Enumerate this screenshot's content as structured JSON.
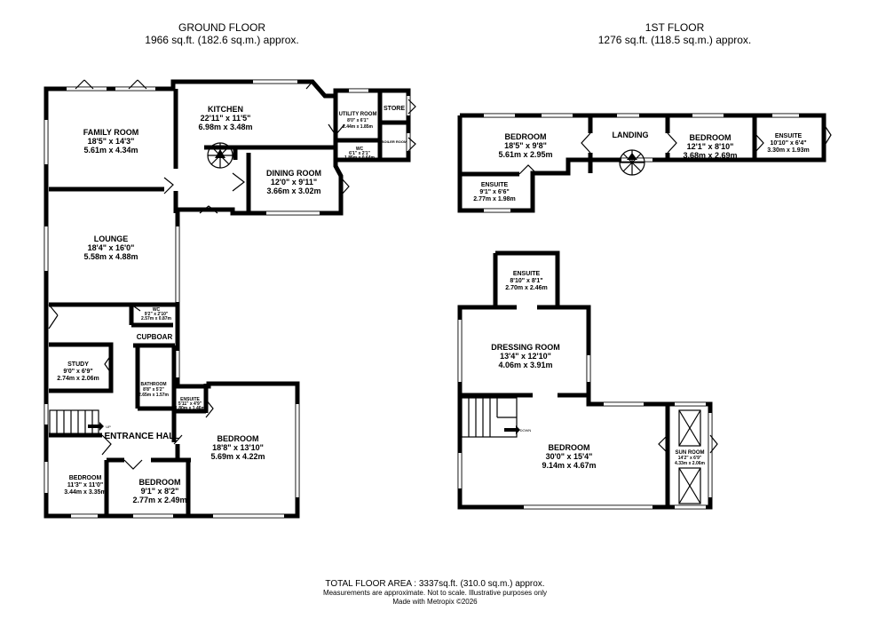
{
  "ground_floor": {
    "title": "GROUND FLOOR",
    "area": "1966 sq.ft. (182.6 sq.m.) approx.",
    "rooms": [
      {
        "id": "family-room",
        "name": "FAMILY ROOM",
        "imperial": "18'5\" x 14'3\"",
        "metric": "5.61m x 4.34m"
      },
      {
        "id": "kitchen",
        "name": "KITCHEN",
        "imperial": "22'11\" x 11'5\"",
        "metric": "6.98m x 3.48m"
      },
      {
        "id": "utility-room",
        "name": "UTILITY ROOM",
        "imperial": "8'0\" x 6'1\"",
        "metric": "2.44m x 1.85m"
      },
      {
        "id": "store",
        "name": "STORE",
        "imperial": "",
        "metric": ""
      },
      {
        "id": "boiler-room",
        "name": "BOILER ROOM",
        "imperial": "",
        "metric": ""
      },
      {
        "id": "wc-utility",
        "name": "WC",
        "imperial": "6'1\" x 2'1\"",
        "metric": "1.85m x 0.64m"
      },
      {
        "id": "dining-room",
        "name": "DINING ROOM",
        "imperial": "12'0\" x 9'11\"",
        "metric": "3.66m x 3.02m"
      },
      {
        "id": "lounge",
        "name": "LOUNGE",
        "imperial": "18'4\" x 16'0\"",
        "metric": "5.58m x 4.88m"
      },
      {
        "id": "wc-hall",
        "name": "WC",
        "imperial": "9'2\" x 2'10\"",
        "metric": "2.57m x 0.87m"
      },
      {
        "id": "cupboard",
        "name": "CUPBOAR",
        "imperial": "",
        "metric": ""
      },
      {
        "id": "study",
        "name": "STUDY",
        "imperial": "9'0\" x 6'9\"",
        "metric": "2.74m x 2.06m"
      },
      {
        "id": "bathroom",
        "name": "BATHROOM",
        "imperial": "8'8\" x 5'2\"",
        "metric": "2.65m x 1.57m"
      },
      {
        "id": "ensuite-ground",
        "name": "ENSUITE",
        "imperial": "5'11\" x 4'9\"",
        "metric": "1.80m x 1.46m"
      },
      {
        "id": "entrance-hall",
        "name": "ENTRANCE HALL",
        "imperial": "",
        "metric": ""
      },
      {
        "id": "bedroom-main-ground",
        "name": "BEDROOM",
        "imperial": "18'8\" x 13'10\"",
        "metric": "5.69m x 4.22m"
      },
      {
        "id": "bedroom-sw",
        "name": "BEDROOM",
        "imperial": "11'3\" x 11'0\"",
        "metric": "3.44m x 3.35m"
      },
      {
        "id": "bedroom-small",
        "name": "BEDROOM",
        "imperial": "9'1\" x 8'2\"",
        "metric": "2.77m x 2.49m"
      }
    ],
    "stair_label": "UP"
  },
  "first_floor": {
    "title": "1ST FLOOR",
    "area": "1276 sq.ft. (118.5 sq.m.) approx.",
    "rooms": [
      {
        "id": "bedroom-1",
        "name": "BEDROOM",
        "imperial": "18'5\" x 9'8\"",
        "metric": "5.61m x 2.95m"
      },
      {
        "id": "landing",
        "name": "LANDING",
        "imperial": "",
        "metric": ""
      },
      {
        "id": "bedroom-2",
        "name": "BEDROOM",
        "imperial": "12'1\" x 8'10\"",
        "metric": "3.68m x 2.69m"
      },
      {
        "id": "ensuite-east",
        "name": "ENSUITE",
        "imperial": "10'10\" x 6'4\"",
        "metric": "3.30m x 1.93m"
      },
      {
        "id": "ensuite-west",
        "name": "ENSUITE",
        "imperial": "9'1\" x 6'6\"",
        "metric": "2.77m x 1.98m"
      },
      {
        "id": "ensuite-lower",
        "name": "ENSUITE",
        "imperial": "8'10\" x 8'1\"",
        "metric": "2.70m x 2.46m"
      },
      {
        "id": "dressing-room",
        "name": "DRESSING ROOM",
        "imperial": "13'4\" x 12'10\"",
        "metric": "4.06m x 3.91m"
      },
      {
        "id": "bedroom-large",
        "name": "BEDROOM",
        "imperial": "30'0\" x 15'4\"",
        "metric": "9.14m x 4.67m"
      },
      {
        "id": "sun-room",
        "name": "SUN ROOM",
        "imperial": "14'2\" x 6'9\"",
        "metric": "4.33m x 2.06m"
      }
    ],
    "stair_label": "DOWN"
  },
  "footer": {
    "total": "TOTAL FLOOR AREA : 3337sq.ft. (310.0 sq.m.) approx.",
    "note": "Measurements are approximate.  Not to scale.  Illustrative purposes only",
    "credit": "Made with Metropix ©2026"
  }
}
